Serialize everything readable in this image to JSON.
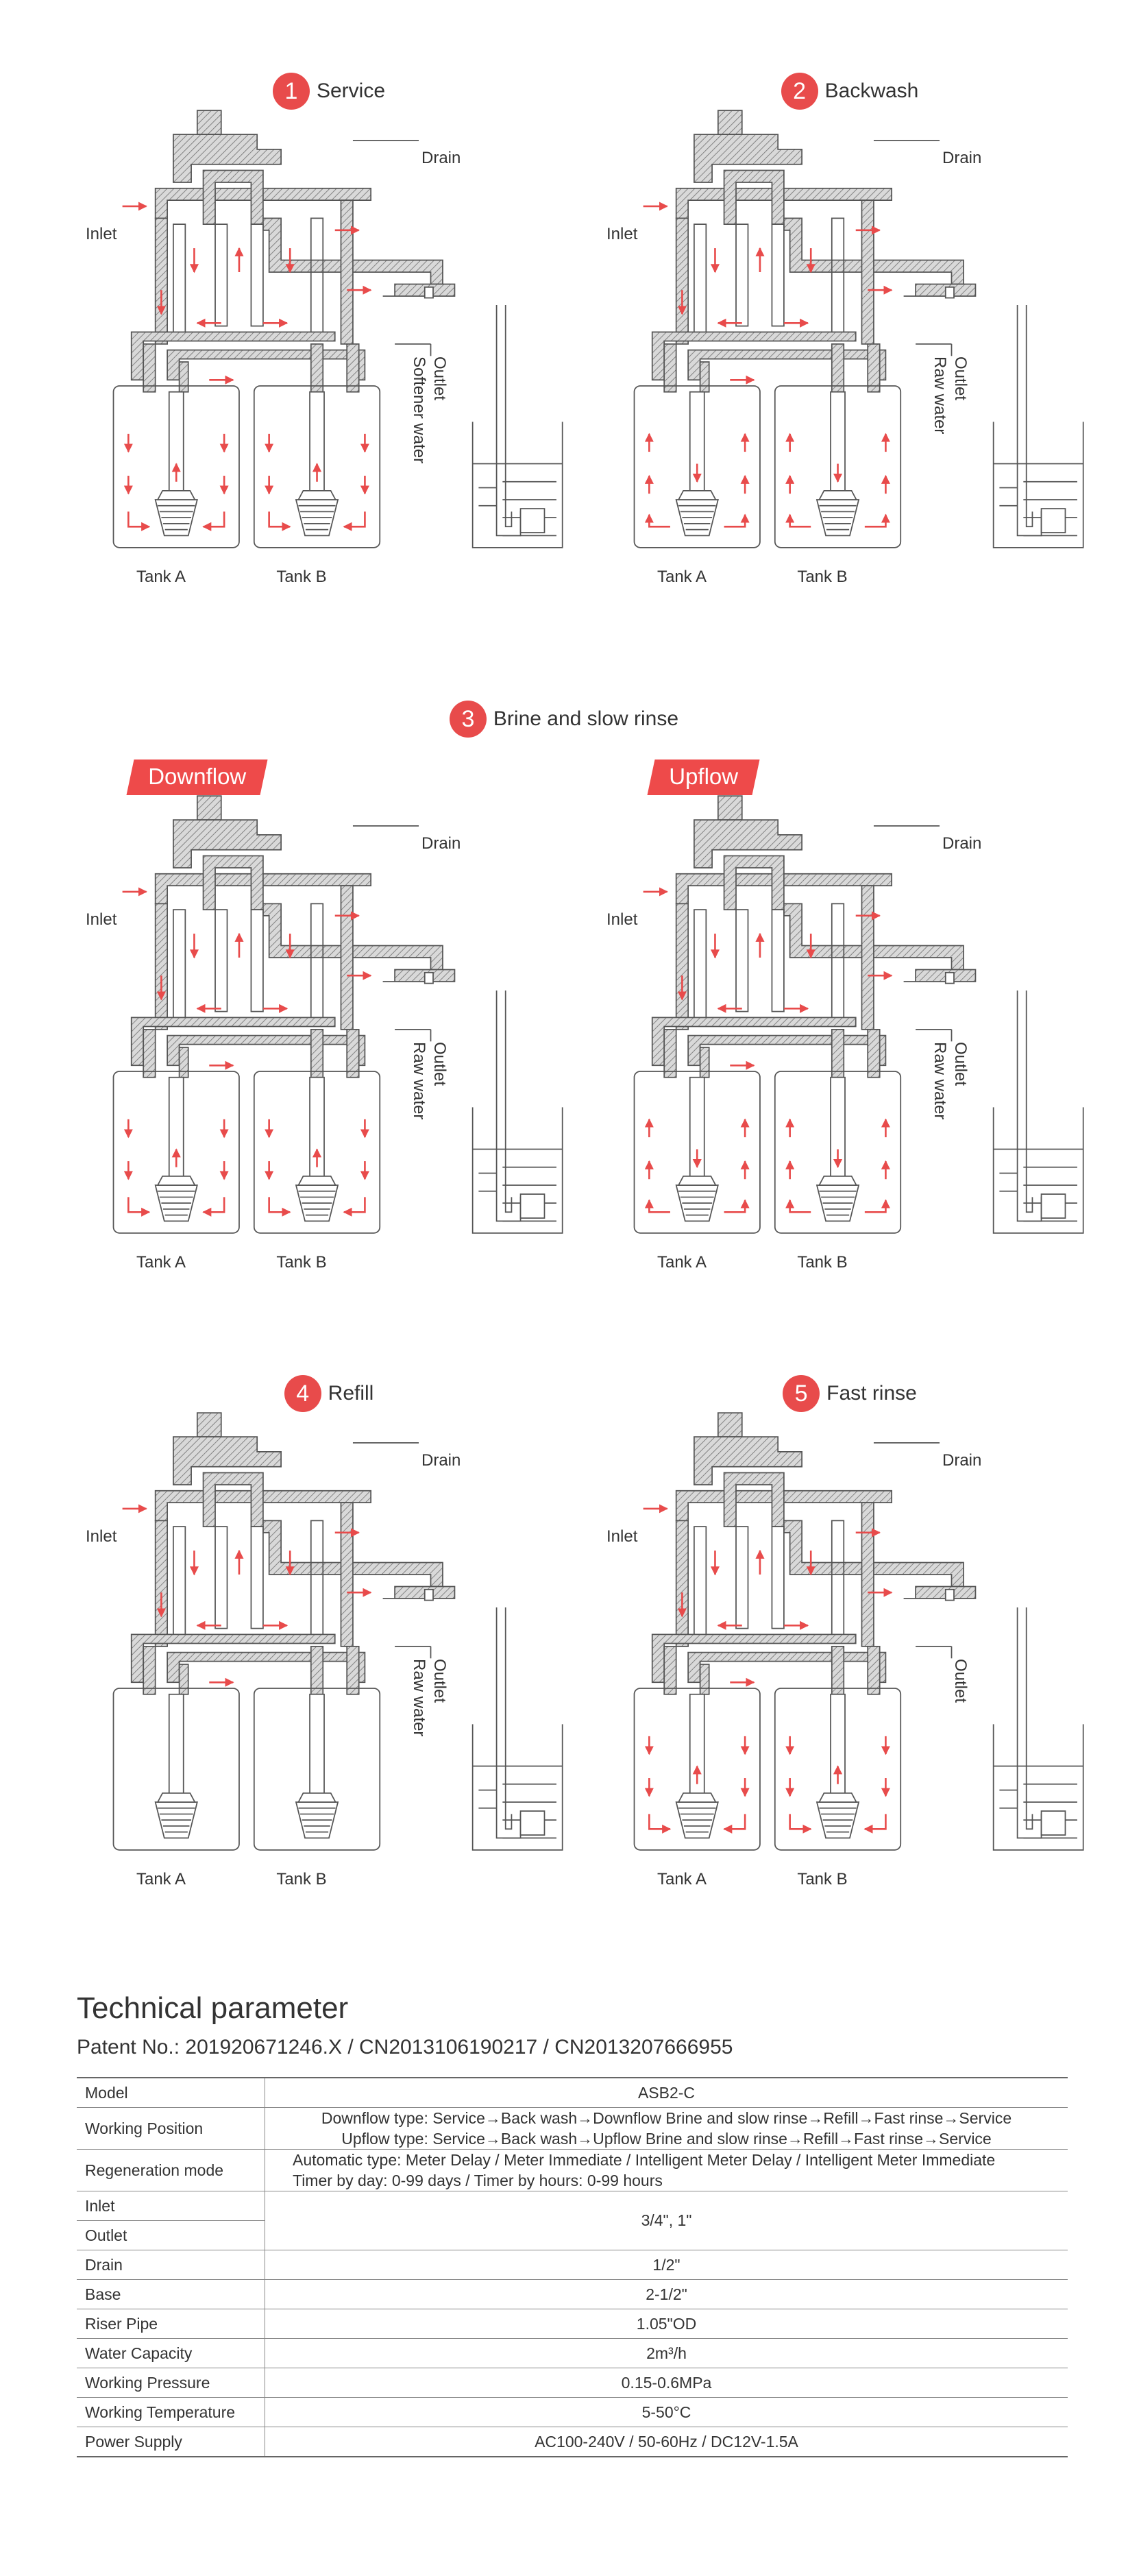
{
  "stages": [
    {
      "number": "1",
      "title": "Service",
      "drain": "Drain",
      "inlet": "Inlet",
      "outlet": "Outlet",
      "water": "Softener water",
      "tank_a": "Tank A",
      "tank_b": "Tank B"
    },
    {
      "number": "2",
      "title": "Backwash",
      "drain": "Drain",
      "inlet": "Inlet",
      "outlet": "Outlet",
      "water": "Raw water",
      "tank_a": "Tank A",
      "tank_b": "Tank B"
    },
    {
      "number": "3",
      "title": "Brine and slow rinse"
    },
    {
      "number": "4",
      "title": "Refill",
      "drain": "Drain",
      "inlet": "Inlet",
      "outlet": "Outlet",
      "water": "Raw water",
      "tank_a": "Tank A",
      "tank_b": "Tank B"
    },
    {
      "number": "5",
      "title": "Fast rinse",
      "drain": "Drain",
      "inlet": "Inlet",
      "outlet": "Outlet",
      "water": "",
      "tank_a": "Tank A",
      "tank_b": "Tank B"
    }
  ],
  "brine_panels": [
    {
      "flag": "Downflow",
      "drain": "Drain",
      "inlet": "Inlet",
      "outlet": "Outlet",
      "water": "Raw water",
      "tank_a": "Tank A",
      "tank_b": "Tank B"
    },
    {
      "flag": "Upflow",
      "drain": "Drain",
      "inlet": "Inlet",
      "outlet": "Outlet",
      "water": "Raw water",
      "tank_a": "Tank A",
      "tank_b": "Tank B"
    }
  ],
  "colors": {
    "accent": "#e84b4b",
    "line": "#555555",
    "flow_arrow": "#e84b4b"
  },
  "technical": {
    "title": "Technical parameter",
    "patent": "Patent No.: 201920671246.X / CN2013106190217 / CN2013207666955",
    "rows": {
      "model": {
        "k": "Model",
        "v": "ASB2-C"
      },
      "working_position": {
        "k": "Working Position",
        "v1": "Downflow type: Service→Back wash→Downflow Brine and slow rinse→Refill→Fast rinse→Service",
        "v2": "Upflow type: Service→Back wash→Upflow Brine and slow rinse→Refill→Fast rinse→Service"
      },
      "regeneration": {
        "k": "Regeneration mode",
        "v1": "Automatic type: Meter Delay / Meter Immediate / Intelligent Meter Delay / Intelligent Meter Immediate",
        "v2": "Timer by day: 0-99 days / Timer by hours: 0-99 hours"
      },
      "inlet": {
        "k": "Inlet"
      },
      "outlet": {
        "k": "Outlet",
        "v": "3/4\", 1\""
      },
      "drain": {
        "k": "Drain",
        "v": "1/2\""
      },
      "base": {
        "k": "Base",
        "v": "2-1/2\""
      },
      "riser": {
        "k": "Riser Pipe",
        "v": "1.05\"OD"
      },
      "capacity": {
        "k": "Water Capacity",
        "v": "2m³/h"
      },
      "pressure": {
        "k": "Working Pressure",
        "v": "0.15-0.6MPa"
      },
      "temperature": {
        "k": "Working Temperature",
        "v": "5-50°C"
      },
      "power": {
        "k": "Power Supply",
        "v": "AC100-240V / 50-60Hz / DC12V-1.5A"
      }
    }
  }
}
